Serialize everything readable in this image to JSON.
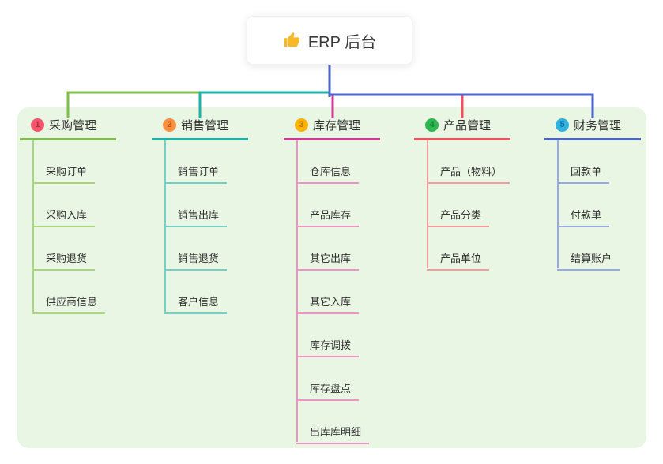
{
  "root": {
    "title": "ERP 后台",
    "icon": "thumbs-up-icon",
    "icon_color": "#f7b928"
  },
  "colors": {
    "page_bg": "#ffffff",
    "panel_bg": "#e9f6e4",
    "text": "#333333",
    "root_connector": "#4b65ca"
  },
  "branches": [
    {
      "number": "1",
      "title": "采购管理",
      "color": "#7fbe4a",
      "child_line_color": "#a9d57d",
      "badge_bg": "#f3566b",
      "badge_fg": "#bb2649",
      "children": [
        "采购订单",
        "采购入库",
        "采购退货",
        "供应商信息"
      ]
    },
    {
      "number": "2",
      "title": "销售管理",
      "color": "#1db2a7",
      "child_line_color": "#74cfc5",
      "badge_bg": "#f79140",
      "badge_fg": "#c75208",
      "children": [
        "销售订单",
        "销售出库",
        "销售退货",
        "客户信息"
      ]
    },
    {
      "number": "3",
      "title": "库存管理",
      "color": "#d23a92",
      "child_line_color": "#ef92c5",
      "badge_bg": "#fdb201",
      "badge_fg": "#b07a00",
      "children": [
        "仓库信息",
        "产品库存",
        "其它出库",
        "其它入库",
        "库存调拨",
        "库存盘点",
        "出库库明细"
      ]
    },
    {
      "number": "4",
      "title": "产品管理",
      "color": "#f0525d",
      "child_line_color": "#f79aa0",
      "badge_bg": "#2eb750",
      "badge_fg": "#108a33",
      "children": [
        "产品（物料）",
        "产品分类",
        "产品单位"
      ]
    },
    {
      "number": "5",
      "title": "财务管理",
      "color": "#4b65ca",
      "child_line_color": "#97a9e5",
      "badge_bg": "#2fb2dc",
      "badge_fg": "#1170b0",
      "children": [
        "回款单",
        "付款单",
        "结算账户"
      ]
    }
  ]
}
